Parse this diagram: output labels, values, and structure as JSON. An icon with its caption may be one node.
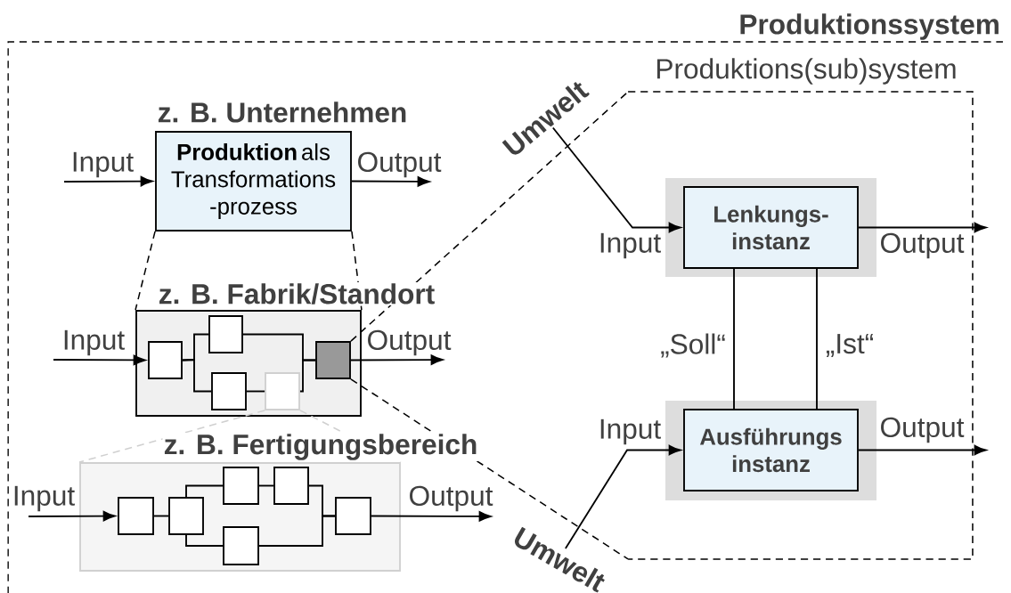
{
  "diagram": {
    "nodes": [
      {
        "text": [
          "Produktionssystem"
        ]
      },
      {
        "text": [
          "z. B. Unternehmen",
          "**Produktion** als Transformations -prozess"
        ],
        "in": 0
      },
      {
        "text": [
          "z. B. Fabrik/Standort"
        ],
        "in": 0
      },
      {
        "text": [],
        "shape": "box",
        "in": 2
      },
      {
        "text": [],
        "shape": "box",
        "in": 2
      },
      {
        "text": [],
        "shape": "box",
        "in": 2
      },
      {
        "text": [],
        "shape": "box",
        "in": 2
      },
      {
        "text": [],
        "shape": "box",
        "in": 2
      },
      {
        "text": [
          "z. B. Fertigungsbereich"
        ],
        "in": 0
      },
      {
        "text": [],
        "shape": "box",
        "in": 8
      },
      {
        "text": [],
        "shape": "box",
        "in": 8
      },
      {
        "text": [],
        "shape": "box",
        "in": 8
      },
      {
        "text": [],
        "shape": "box",
        "in": 8
      },
      {
        "text": [],
        "shape": "box",
        "in": 8
      },
      {
        "text": [],
        "shape": "box",
        "in": 8
      },
      {
        "text": [
          "Produktions(sub)system"
        ],
        "in": 0
      },
      {
        "text": [
          "Lenkungs- instanz"
        ],
        "in": 15
      },
      {
        "text": [
          "Ausführungs instanz"
        ],
        "in": 15
      },
      {
        "text": [
          "Umwelt"
        ],
        "in": 0
      },
      {
        "text": [
          "Umwelt"
        ],
        "in": 0
      }
    ],
    "edges": [
      {
        "from": null,
        "to": 1,
        "arrow": "to",
        "label": "Input"
      },
      {
        "from": 1,
        "to": null,
        "arrow": "to",
        "label": "Output"
      },
      {
        "from": 1,
        "to": 2,
        "arrow": "none",
        "style": "dashed"
      },
      {
        "from": 1,
        "to": 2,
        "arrow": "none",
        "style": "dashed"
      },
      {
        "from": null,
        "to": 3,
        "arrow": "to",
        "label": "Input"
      },
      {
        "from": 3,
        "to": 4,
        "arrow": "none"
      },
      {
        "from": 3,
        "to": 5,
        "arrow": "none"
      },
      {
        "from": 4,
        "to": 7,
        "arrow": "none"
      },
      {
        "from": 5,
        "to": 6,
        "arrow": "none"
      },
      {
        "from": 6,
        "to": 7,
        "arrow": "none"
      },
      {
        "from": 7,
        "to": null,
        "arrow": "to",
        "label": "Output"
      },
      {
        "from": 6,
        "to": 8,
        "arrow": "none",
        "style": "dashed",
        "color": "#d0d0d0"
      },
      {
        "from": 6,
        "to": 8,
        "arrow": "none",
        "style": "dashed",
        "color": "#d0d0d0"
      },
      {
        "from": 7,
        "to": 15,
        "arrow": "none",
        "style": "dashed"
      },
      {
        "from": 7,
        "to": 15,
        "arrow": "none",
        "style": "dashed"
      },
      {
        "from": null,
        "to": 9,
        "arrow": "to",
        "label": "Input"
      },
      {
        "from": 9,
        "to": 10,
        "arrow": "none"
      },
      {
        "from": 10,
        "to": 11,
        "arrow": "none"
      },
      {
        "from": 11,
        "to": 12,
        "arrow": "none"
      },
      {
        "from": 10,
        "to": 13,
        "arrow": "none"
      },
      {
        "from": 12,
        "to": 14,
        "arrow": "none"
      },
      {
        "from": 13,
        "to": 14,
        "arrow": "none"
      },
      {
        "from": 14,
        "to": null,
        "arrow": "to",
        "label": "Output"
      },
      {
        "from": 18,
        "to": 16,
        "arrow": "to",
        "label": "Input"
      },
      {
        "from": 16,
        "to": null,
        "arrow": "to",
        "label": "Output"
      },
      {
        "from": 19,
        "to": 17,
        "arrow": "to",
        "label": "Input"
      },
      {
        "from": 17,
        "to": null,
        "arrow": "to",
        "label": "Output"
      },
      {
        "from": 16,
        "to": 17,
        "arrow": "none",
        "label": "„Soll“"
      },
      {
        "from": 16,
        "to": 17,
        "arrow": "none",
        "label": "„Ist“"
      }
    ]
  }
}
